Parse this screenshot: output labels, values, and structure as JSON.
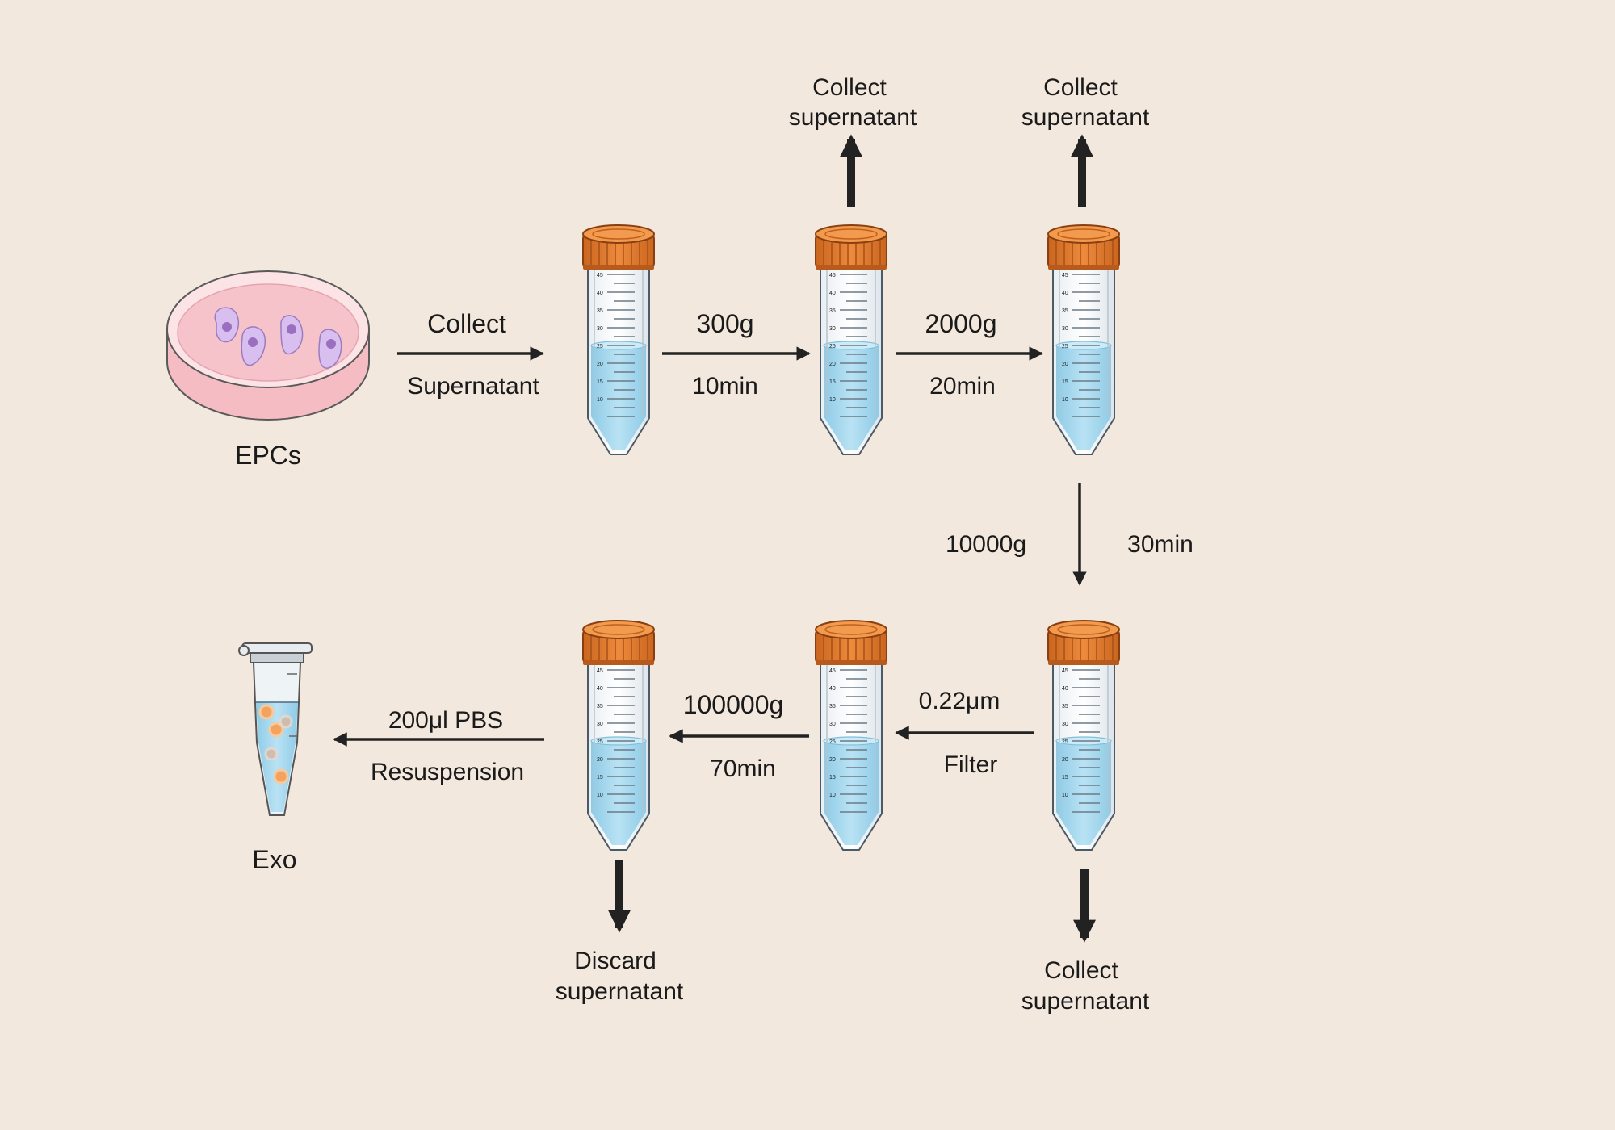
{
  "diagram": {
    "nodes": {
      "dish": {
        "label": "EPCs"
      },
      "exo": {
        "label": "Exo"
      }
    },
    "steps": {
      "s1": {
        "line1": "Collect",
        "line2": "Supernatant"
      },
      "s2": {
        "line1": "300g",
        "line2": "10min"
      },
      "s3": {
        "line1": "2000g",
        "line2": "20min"
      },
      "s4": {
        "line1": "10000g",
        "line2": "30min"
      },
      "s5": {
        "line1": "0.22μm",
        "line2": "Filter"
      },
      "s6": {
        "line1": "100000g",
        "line2": "70min"
      },
      "s7": {
        "line1": "200μl PBS",
        "line2": "Resuspension"
      }
    },
    "outputs": {
      "o1": {
        "line1": "Collect",
        "line2": "supernatant"
      },
      "o2": {
        "line1": "Collect",
        "line2": "supernatant"
      },
      "o3": {
        "line1": "Collect",
        "line2": "supernatant"
      },
      "o4": {
        "line1": "Discard",
        "line2": "supernatant"
      }
    },
    "tube_scale": [
      "45",
      "40",
      "35",
      "30",
      "25",
      "20",
      "15",
      "10"
    ],
    "colors": {
      "background": "#f3e8de",
      "cap": "#e07b2e",
      "liquid": "#a9d9ef",
      "dish": "#f7b8c0",
      "cell": "#c9a6dd",
      "arrow": "#222222",
      "exosome": "#f3a35e"
    }
  }
}
